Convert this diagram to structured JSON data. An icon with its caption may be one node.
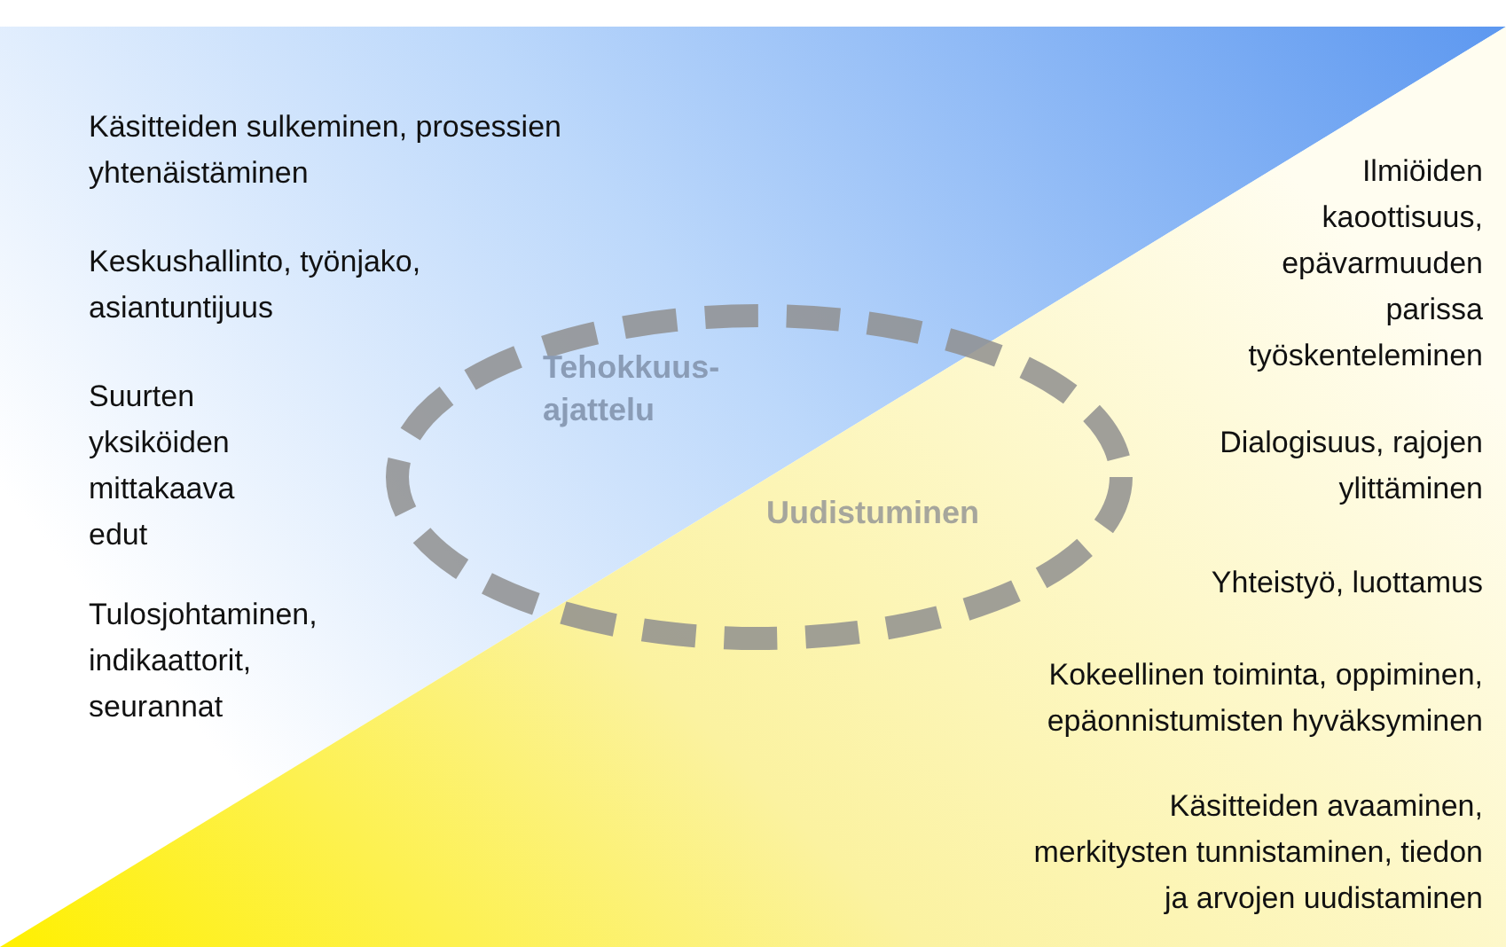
{
  "diagram": {
    "nodes": [
      {
        "text": [
          "Tehokkuus-ajattelu",
          "Uudistuminen"
        ]
      }
    ],
    "labels": [
      "Käsitteiden sulkeminen, prosessien yhtenäistäminen",
      "Ilmiöiden kaoottisuus, epävarmuuden parissa työskenteleminen",
      "Keskushallinto, työnjako, asiantuntijuus",
      "Suurten yksiköiden mittakaava edut",
      "Dialogisuus, rajojen ylittäminen",
      "Yhteistyö, luottamus",
      "Tulosjohtaminen, indikaattorit, seurannat",
      "Kokeellinen toiminta, oppiminen, epäonnistumisten hyväksyminen",
      "Käsitteiden avaaminen, merkitysten tunnistaminen, tiedon ja arvojen uudistaminen"
    ]
  }
}
